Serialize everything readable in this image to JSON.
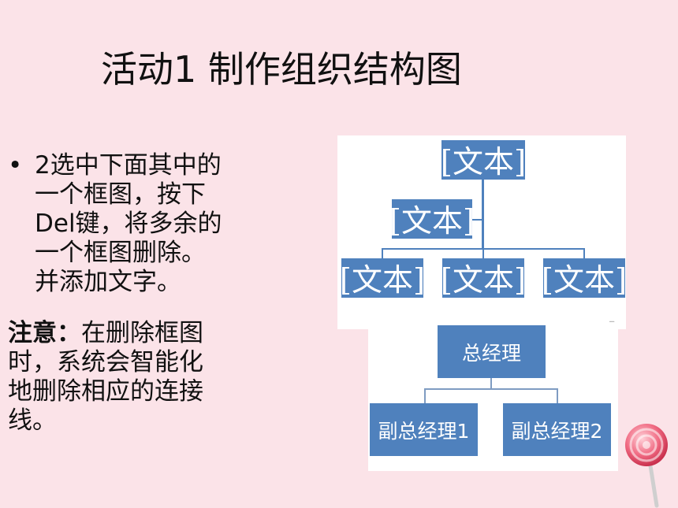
{
  "title": "活动1  制作组织结构图",
  "bullet": {
    "lines": [
      "2选中下面其中的",
      "一个框图，按下",
      "Del键，将多余的",
      "一个框图删除。",
      "并添加文字。"
    ]
  },
  "note": {
    "label": "注意：",
    "lines": [
      "在删除框图",
      "时，系统会智能化",
      "地删除相应的连接",
      "线。"
    ]
  },
  "diagram_top": {
    "top": "[文本]",
    "assistant": "[文本]",
    "children": [
      "[文本]",
      "[文本]",
      "[文本]"
    ]
  },
  "diagram_bottom": {
    "top": "总经理",
    "children": [
      "副总经理1",
      "副总经理2"
    ]
  },
  "colors": {
    "box": "#4f81bd",
    "background": "#fbe3e8"
  },
  "decoration": "lollipop-icon"
}
